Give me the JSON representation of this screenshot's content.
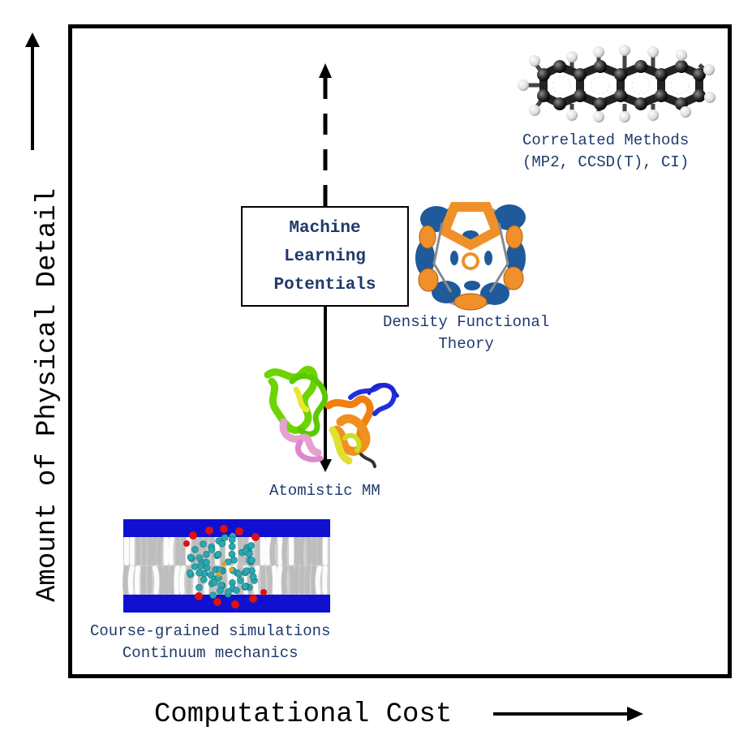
{
  "axes": {
    "x_label": "Computational Cost",
    "y_label": "Amount of Physical Detail"
  },
  "methods": {
    "correlated": {
      "line1": "Correlated Methods",
      "line2": "(MP2, CCSD(T), CI)"
    },
    "dft": {
      "line1": "Density Functional",
      "line2": "Theory"
    },
    "mm": {
      "line1": "Atomistic MM"
    },
    "coarse": {
      "line1": "Course-grained simulations",
      "line2": "Continuum mechanics"
    }
  },
  "ml_box": {
    "line1": "Machine",
    "line2": "Learning",
    "line3": "Potentials"
  },
  "colors": {
    "label_text": "#1f3a6b",
    "frame": "#000000",
    "dft_blue": "#1f5a9a",
    "dft_orange": "#f0902a",
    "membrane_blue": "#1010d0",
    "membrane_red": "#dd1111",
    "membrane_cyan": "#2aa8b0"
  },
  "images": [
    {
      "name": "hydrocarbon-molecule-image",
      "description": "ball-and-stick molecule"
    },
    {
      "name": "fullerene-orbital-image",
      "description": "fullerene with orbitals"
    },
    {
      "name": "protein-ribbon-image",
      "description": "protein ribbon structure"
    },
    {
      "name": "lipid-membrane-image",
      "description": "lipid bilayer membrane"
    }
  ]
}
